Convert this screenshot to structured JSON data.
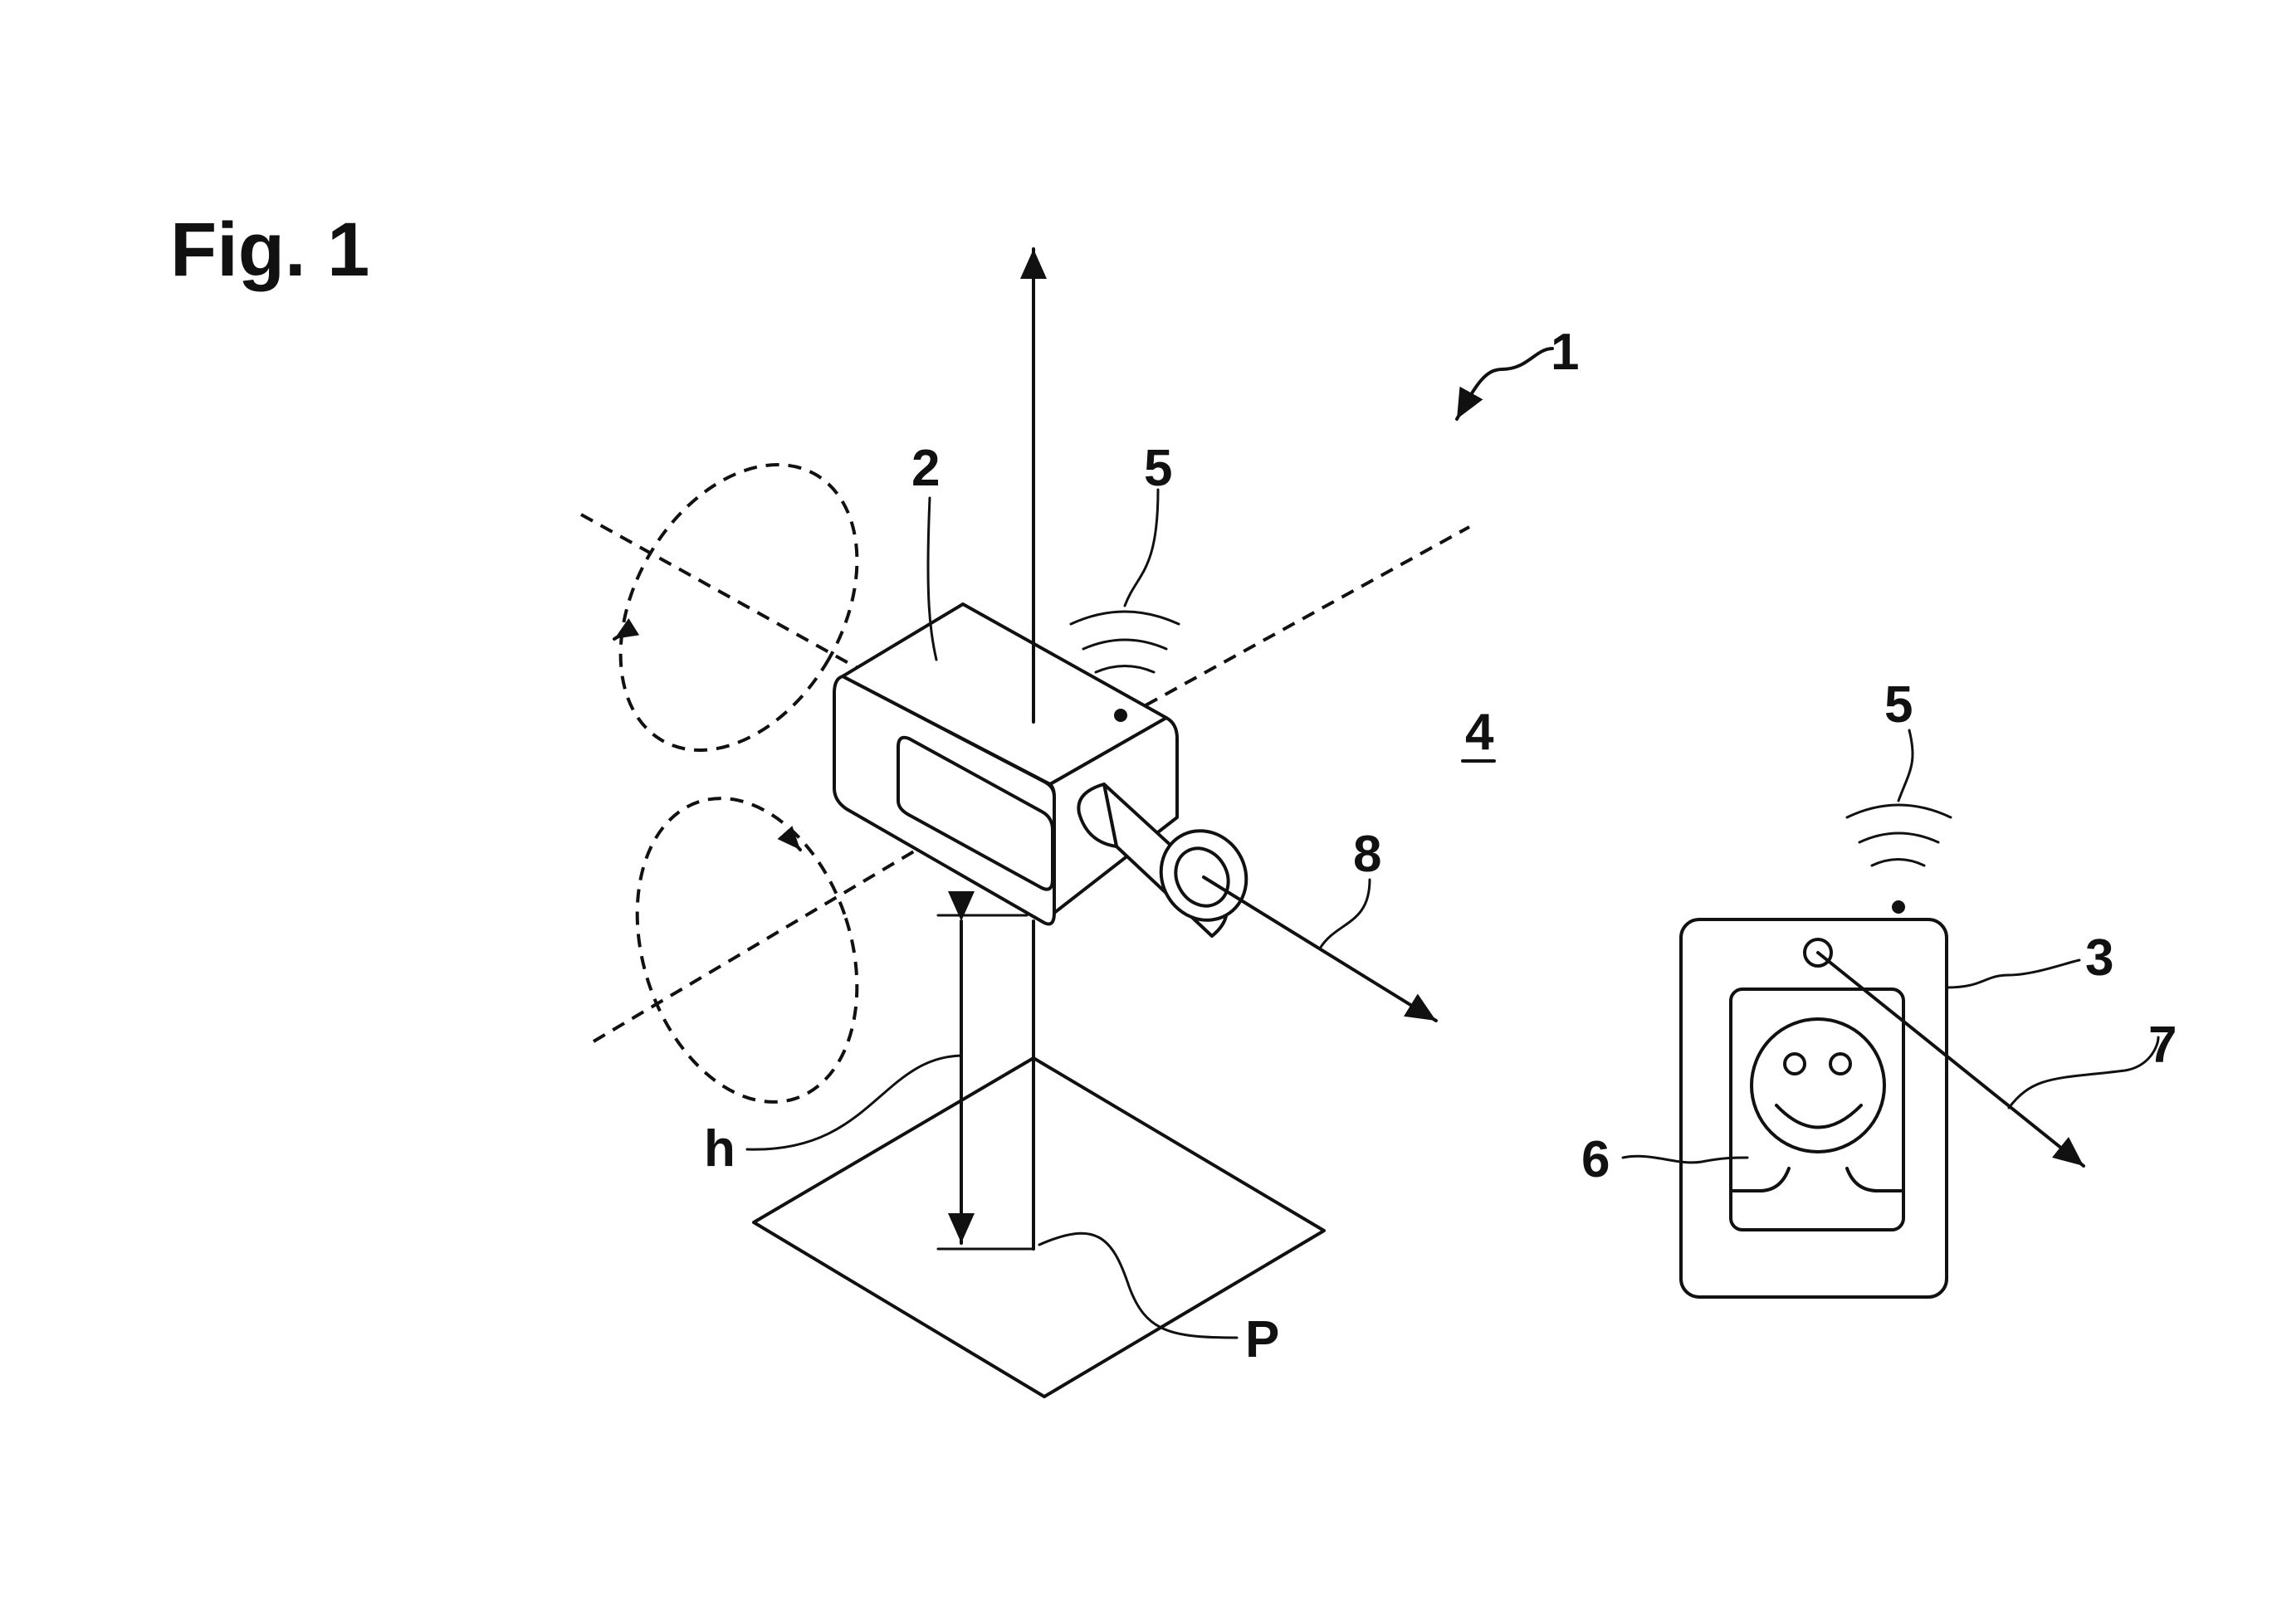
{
  "figure": {
    "title": "Fig. 1",
    "labels": {
      "system": "1",
      "camera": "2",
      "mobile_device": "3",
      "environment": "4",
      "signal_camera": "5",
      "signal_device": "5",
      "display": "6",
      "device_axis": "7",
      "camera_axis": "8",
      "height": "h",
      "point": "P"
    }
  }
}
